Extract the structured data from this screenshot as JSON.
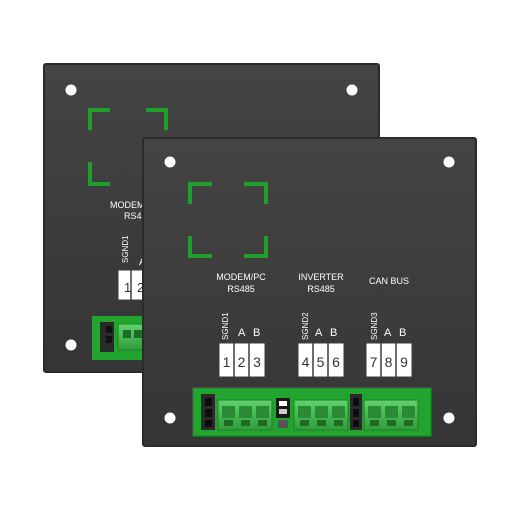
{
  "back_module": {
    "partial_label_line1": "MODEM",
    "partial_label_line2": "RS4",
    "sgnd_label": "SGND1",
    "col_a": "A",
    "term_1": "1",
    "term_2": "2"
  },
  "front_module": {
    "groups": [
      {
        "label_line1": "MODEM/PC",
        "label_line2": "RS485",
        "sgnd_label": "SGND1",
        "col_a": "A",
        "col_b": "B",
        "terminals": [
          "1",
          "2",
          "3"
        ]
      },
      {
        "label_line1": "INVERTER",
        "label_line2": "RS485",
        "sgnd_label": "SGND2",
        "col_a": "A",
        "col_b": "B",
        "terminals": [
          "4",
          "5",
          "6"
        ]
      },
      {
        "label_line1": "CAN BUS",
        "label_line2": "",
        "sgnd_label": "SGND3",
        "col_a": "A",
        "col_b": "B",
        "terminals": [
          "7",
          "8",
          "9"
        ]
      }
    ]
  },
  "colors": {
    "panel": "#3c3c3c",
    "panel_edge": "#2a2a2a",
    "bracket_green": "#1f9e2a",
    "pcb_green": "#22a52f",
    "connector_green": "#3fbf4a",
    "text": "#ffffff"
  }
}
